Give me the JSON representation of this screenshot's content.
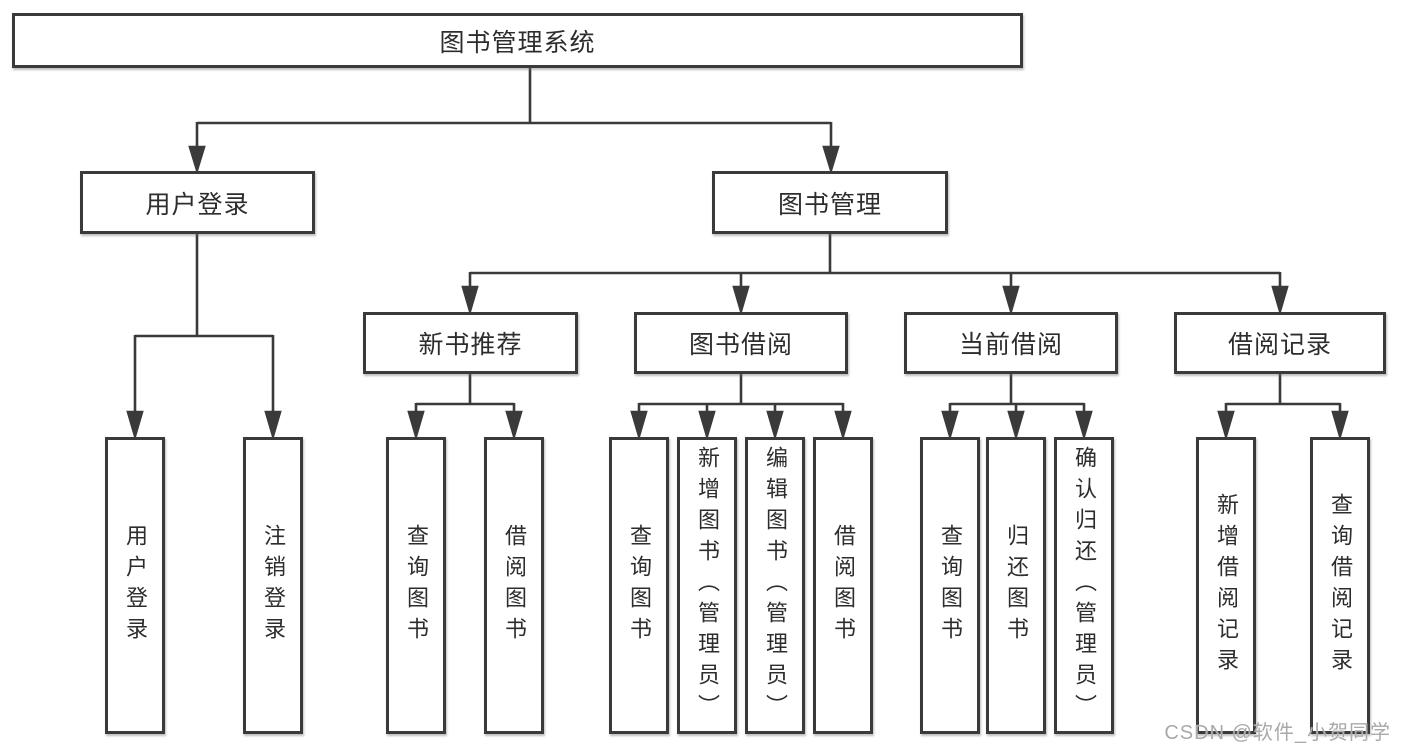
{
  "diagram_title": "图书管理系统",
  "tree": {
    "label": "图书管理系统",
    "children": [
      {
        "label": "用户登录",
        "children": [
          {
            "label": "用户登录"
          },
          {
            "label": "注销登录"
          }
        ]
      },
      {
        "label": "图书管理",
        "children": [
          {
            "label": "新书推荐",
            "children": [
              {
                "label": "查询图书"
              },
              {
                "label": "借阅图书"
              }
            ]
          },
          {
            "label": "图书借阅",
            "children": [
              {
                "label": "查询图书"
              },
              {
                "label": "新增图书（管理员）"
              },
              {
                "label": "编辑图书（管理员）"
              },
              {
                "label": "借阅图书"
              }
            ]
          },
          {
            "label": "当前借阅",
            "children": [
              {
                "label": "查询图书"
              },
              {
                "label": "归还图书"
              },
              {
                "label": "确认归还（管理员）"
              }
            ]
          },
          {
            "label": "借阅记录",
            "children": [
              {
                "label": "新增借阅记录"
              },
              {
                "label": "查询借阅记录"
              }
            ]
          }
        ]
      }
    ]
  },
  "watermark": {
    "text": "CSDN @软件_小贺同学"
  },
  "colors": {
    "line": "#3a3a3a",
    "box_border": "#3a3a3a",
    "box_background": "#ffffff",
    "text": "#2d2d2d",
    "watermark": "#a9a9a9",
    "background": "#ffffff"
  }
}
